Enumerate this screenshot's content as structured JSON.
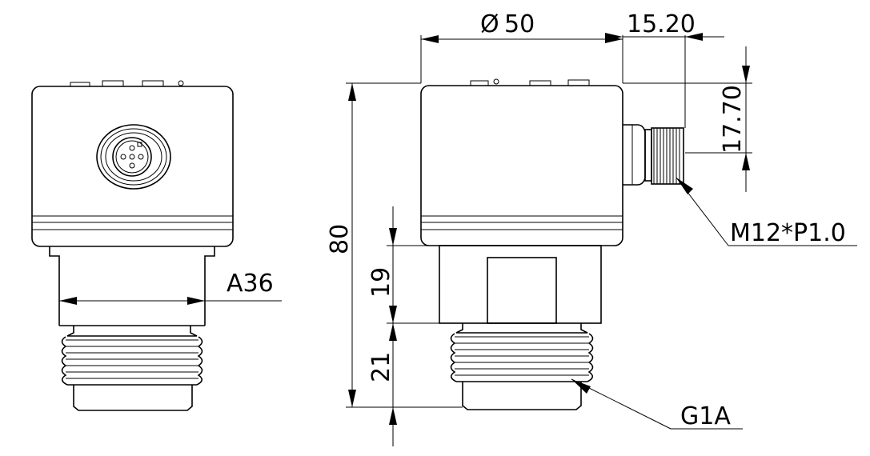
{
  "dimensions": {
    "diameter_symbol": "Ø",
    "diameter_value": "50",
    "connector_offset": "15.20",
    "connector_height": "17.70",
    "total_height": "80",
    "hex_height": "19",
    "thread_length": "21",
    "hex_across_flats": "A36",
    "connector_thread": "M12*P1.0",
    "process_thread": "G1A"
  }
}
